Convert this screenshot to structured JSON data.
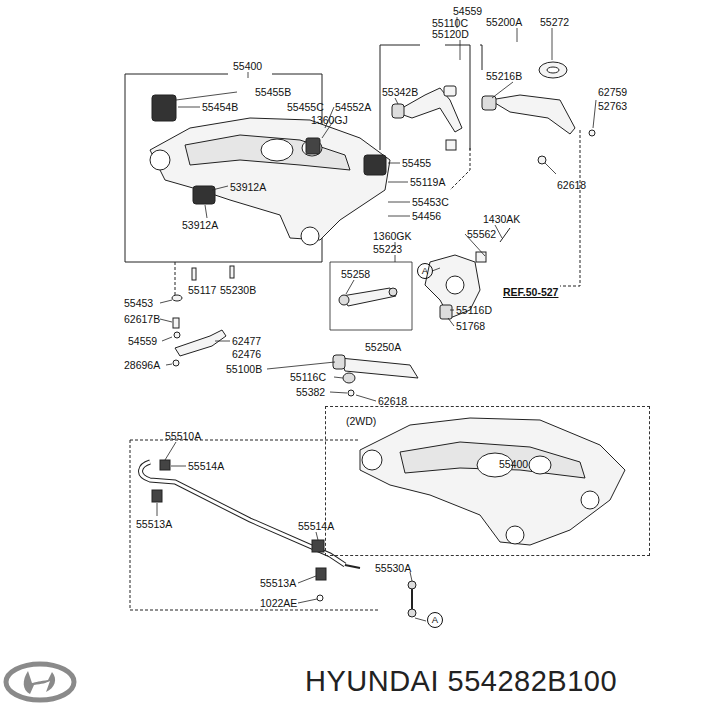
{
  "diagram": {
    "caption": "HYUNDAI 554282B100",
    "nodes": [
      {
        "text": [
          "(2WD)",
          "55400"
        ]
      }
    ],
    "labels": [
      "54559",
      "55110C",
      "55120D",
      "55200A",
      "55272",
      "55400",
      "55216B",
      "55342B",
      "55455B",
      "55454B",
      "55455C",
      "54552A",
      "62759",
      "52763",
      "1360GJ",
      "55455",
      "55119A",
      "62618",
      "53912A",
      "55453C",
      "53912A",
      "54456",
      "1430AK",
      "1360GK",
      "55562",
      "55223",
      "55258",
      "A",
      "REF.50-527",
      "55116D",
      "51768",
      "55453",
      "55117",
      "55230B",
      "62617B",
      "55250A",
      "54559",
      "62477",
      "62476",
      "28696A",
      "55100B",
      "55116C",
      "55382",
      "62618",
      "55510A",
      "55514A",
      "55513A",
      "55514A",
      "55530A",
      "55513A",
      "1022AE",
      "A"
    ]
  }
}
